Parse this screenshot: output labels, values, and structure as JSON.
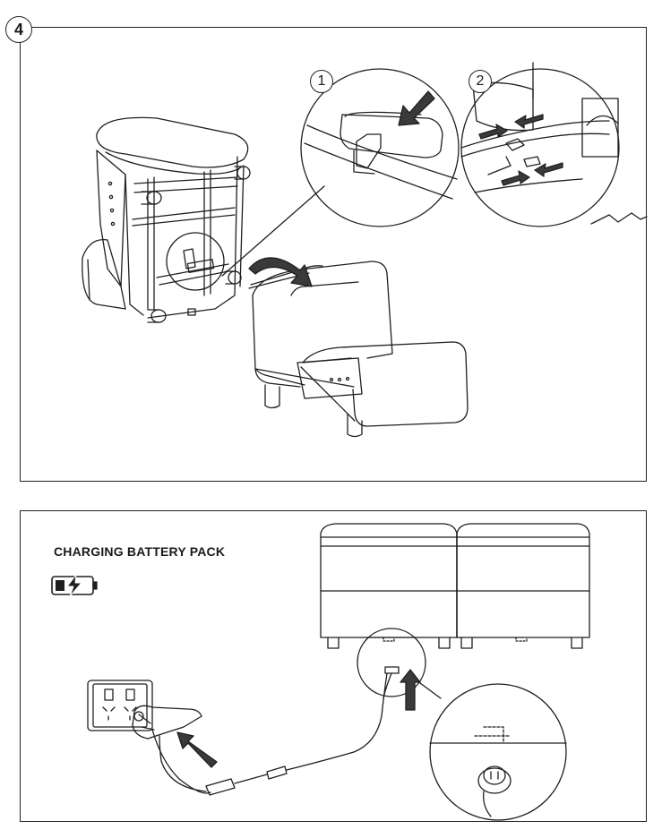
{
  "step": {
    "number": "4"
  },
  "callouts": [
    {
      "number": "1"
    },
    {
      "number": "2"
    }
  ],
  "charging": {
    "title": "CHARGING BATTERY PACK"
  },
  "icons": {
    "battery": "battery-charging-icon",
    "arrow": "arrow-icon",
    "power_outlet": "power-outlet-icon"
  },
  "colors": {
    "line": "#1f1f1f",
    "arrow_fill": "#3a3a3a",
    "background": "#ffffff"
  }
}
